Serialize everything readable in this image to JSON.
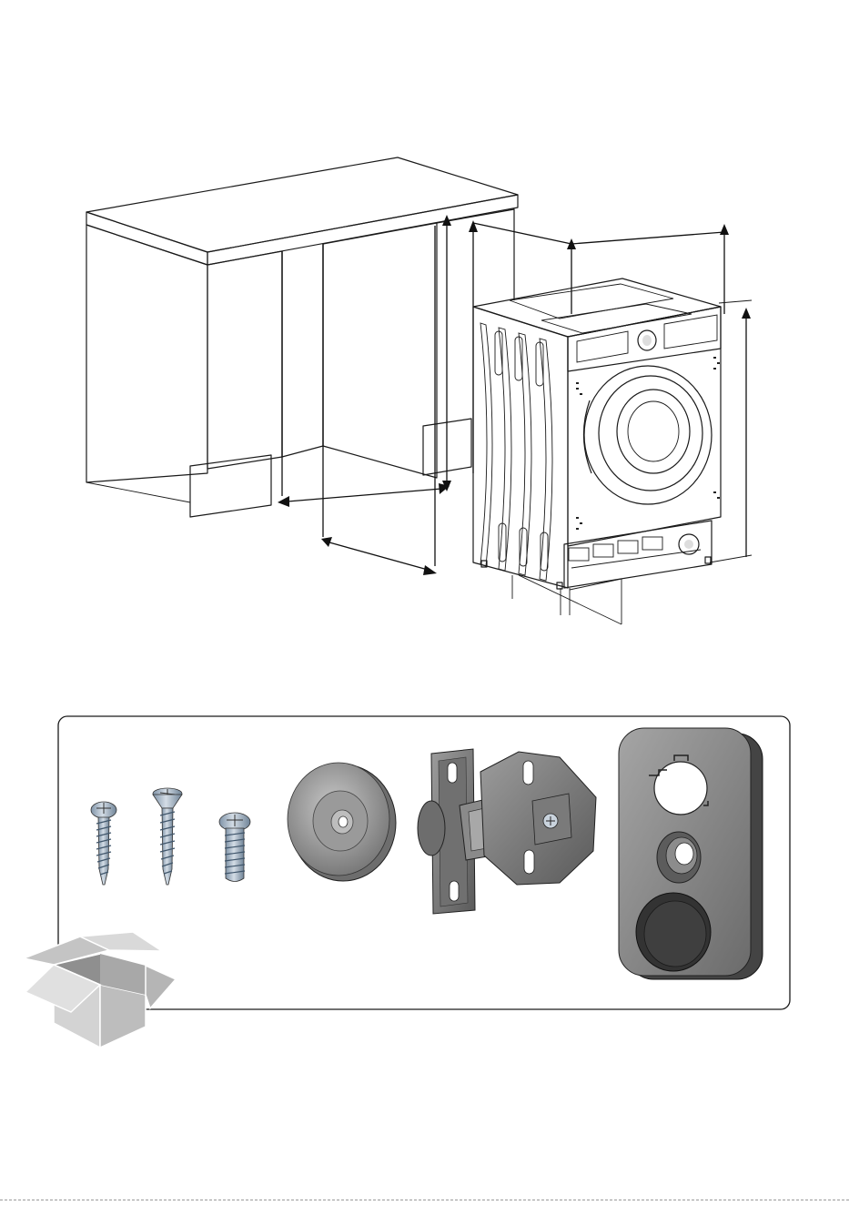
{
  "installation_diagram": {
    "parts": [
      "kitchen-cabinet",
      "washing-machine",
      "dimension-arrows"
    ]
  },
  "accessories_kit": {
    "items": [
      {
        "id": "pan-head-self-tapping-screw",
        "icon": "screw-icon"
      },
      {
        "id": "countersunk-wood-screw",
        "icon": "screw-icon"
      },
      {
        "id": "machine-screw",
        "icon": "bolt-icon"
      },
      {
        "id": "round-stopper-pad",
        "icon": "pad-icon"
      },
      {
        "id": "door-hinge",
        "icon": "hinge-icon"
      },
      {
        "id": "door-magnet-catch",
        "icon": "catch-icon"
      }
    ],
    "box_icon": "open-box-icon",
    "colors": {
      "metal": "#a9b8c7",
      "plastic": "#8c8c8c",
      "dark": "#4a4a4a",
      "box": "#c9c9c9"
    }
  }
}
